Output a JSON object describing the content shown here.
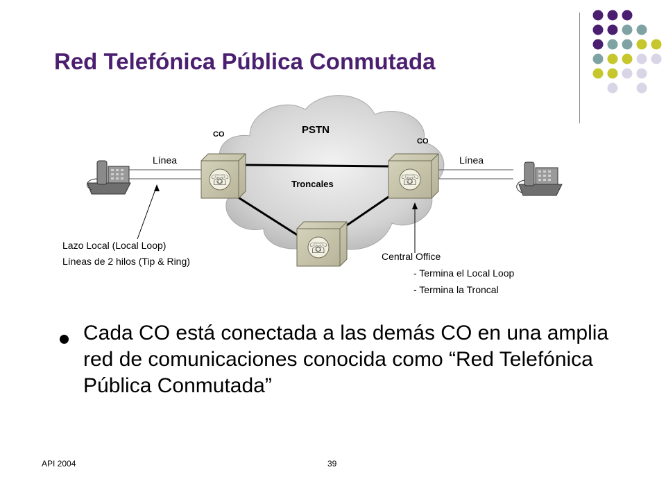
{
  "slide": {
    "title": "Red Telefónica Pública Conmutada",
    "bullet": "Cada CO está conectada a las demás CO en una amplia red de comunicaciones conocida como “Red Telefónica Pública Conmutada”",
    "footer_left": "API 2004",
    "footer_page": "39"
  },
  "diagram": {
    "cloud_label": "PSTN",
    "trunks_label": "Troncales",
    "co_left_label": "CO",
    "co_right_label": "CO",
    "line_left_label": "Línea",
    "line_right_label": "Línea",
    "local_loop_line1": "Lazo Local (Local Loop)",
    "local_loop_line2": "Líneas de 2 hilos (Tip & Ring)",
    "central_office_title": "Central Office",
    "central_office_item1": "- Termina el Local Loop",
    "central_office_item2": "- Termina la Troncal"
  },
  "colors": {
    "title": "#4b1f6f",
    "dot_purple": "#4b1f6f",
    "dot_teal": "#7fa3a3",
    "dot_olive": "#c6c62d",
    "dot_lavender": "#d9d5e6",
    "switch_fill": "#c9c6ae",
    "cloud_fill": "#d6d6d6"
  },
  "decor": {
    "dot_grid": [
      [
        "purple",
        "purple",
        "purple",
        null,
        null
      ],
      [
        "purple",
        "purple",
        "teal",
        "teal",
        null
      ],
      [
        "purple",
        "teal",
        "teal",
        "olive",
        "olive"
      ],
      [
        "teal",
        "olive",
        "olive",
        "lavender",
        "lavender"
      ],
      [
        "olive",
        "olive",
        "lavender",
        "lavender",
        null
      ],
      [
        null,
        "lavender",
        null,
        "lavender",
        null
      ]
    ]
  }
}
